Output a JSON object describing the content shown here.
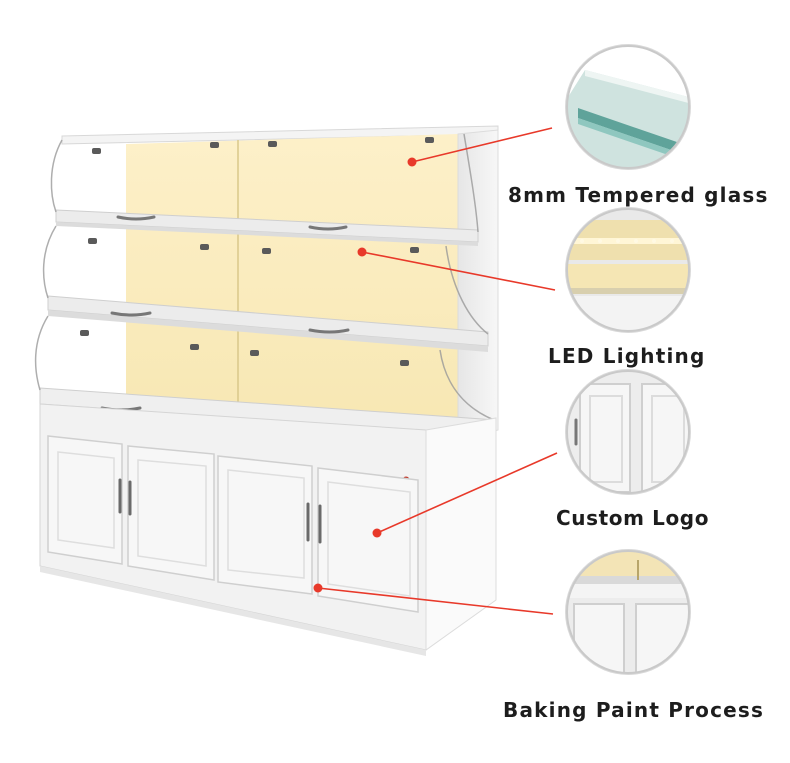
{
  "features": [
    {
      "id": "glass",
      "label": "8mm Tempered glass"
    },
    {
      "id": "led",
      "label": "LED Lighting"
    },
    {
      "id": "logo",
      "label": "Custom Logo"
    },
    {
      "id": "paint",
      "label": "Baking Paint Process"
    }
  ],
  "colors": {
    "pointer_line": "#e8392a",
    "pointer_dot": "#e8392a",
    "cabinet_white": "#f2f2f2",
    "warm_light": "#fff3cf",
    "text": "#1d1d1d"
  }
}
